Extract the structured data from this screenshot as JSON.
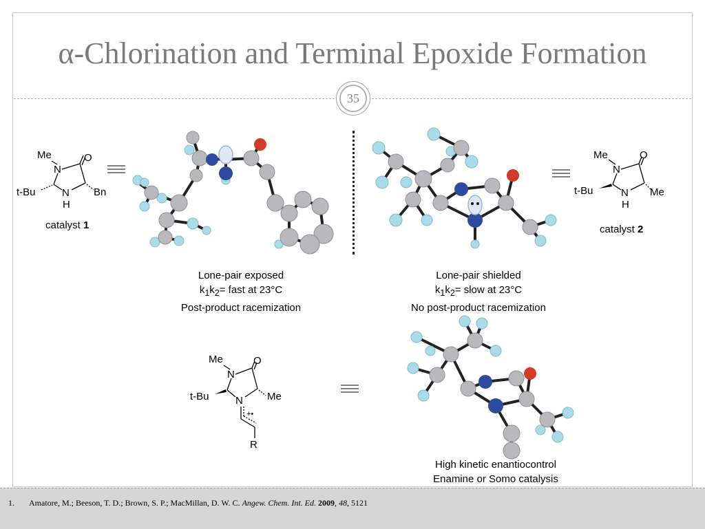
{
  "slide": {
    "title": "α-Chlorination and Terminal Epoxide Formation",
    "page_number": "35"
  },
  "left_panel": {
    "structure": {
      "me": "Me",
      "o": "O",
      "n1": "N",
      "tbu": "t-Bu",
      "bn": "Bn",
      "nh_n": "N",
      "nh_h": "H"
    },
    "catalyst_label": "catalyst ",
    "catalyst_number": "1",
    "caption": {
      "line1": "Lone-pair exposed",
      "line2": "k",
      "line2_sub1": "1",
      "line2_mid": "k",
      "line2_sub2": "2",
      "line2_rest": "= fast at 23°C",
      "line3": "Post-product racemization"
    }
  },
  "right_panel": {
    "structure": {
      "me": "Me",
      "o": "O",
      "n1": "N",
      "tbu": "t-Bu",
      "me2": "Me",
      "nh_n": "N",
      "nh_h": "H"
    },
    "catalyst_label": "catalyst ",
    "catalyst_number": "2",
    "caption": {
      "line1": "Lone-pair shielded",
      "line2": "k",
      "line2_sub1": "1",
      "line2_mid": "k",
      "line2_sub2": "2",
      "line2_rest": "= slow at 23°C",
      "line3": "No post-product racemization"
    }
  },
  "bottom_panel": {
    "structure": {
      "me": "Me",
      "o": "O",
      "n1": "N",
      "tbu": "t-Bu",
      "me2": "Me",
      "n2": "N",
      "charge": "+•",
      "r": "R"
    },
    "caption": {
      "line1": "High kinetic enantiocontrol",
      "line2": "Enamine or Somo catalysis"
    }
  },
  "reference": {
    "number": "1.",
    "authors": "Amatore, M.; Beeson, T. D.; Brown, S. P.; MacMillan, D. W. C. ",
    "journal": "Angew. Chem. Int. Ed.",
    "year": "2009",
    "volume": "48",
    "pages": ", 5121"
  },
  "colors": {
    "title": "#7a7a7a",
    "carbon": "#b9b9bd",
    "nitrogen": "#2e4a9e",
    "oxygen": "#d23a2a",
    "hydrogen": "#a9dbe8",
    "footer": "#d6d6d6"
  }
}
